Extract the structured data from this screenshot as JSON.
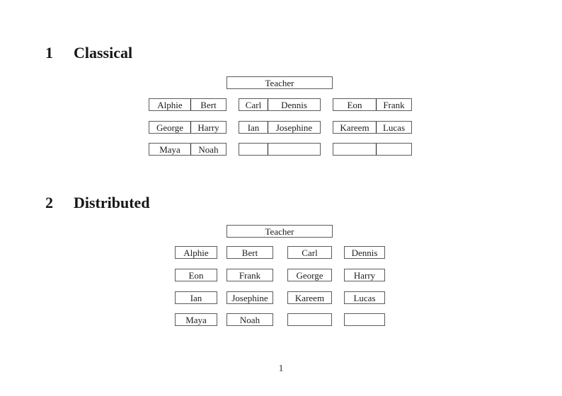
{
  "colors": {
    "background": "#ffffff",
    "text": "#1c1c1c",
    "box_border": "#5c5c5c",
    "desk_divider": "#181818"
  },
  "classical": {
    "number": "1",
    "title": "Classical",
    "teacher": "Teacher",
    "rows": [
      [
        [
          "Alphie",
          "Bert"
        ],
        [
          "Carl",
          "Dennis"
        ],
        [
          "Eon",
          "Frank"
        ]
      ],
      [
        [
          "George",
          "Harry"
        ],
        [
          "Ian",
          "Josephine"
        ],
        [
          "Kareem",
          "Lucas"
        ]
      ],
      [
        [
          "Maya",
          "Noah"
        ],
        [
          "",
          ""
        ],
        [
          "",
          ""
        ]
      ]
    ]
  },
  "distributed": {
    "number": "2",
    "title": "Distributed",
    "teacher": "Teacher",
    "rows": [
      [
        "Alphie",
        "Bert",
        "Carl",
        "Dennis"
      ],
      [
        "Eon",
        "Frank",
        "George",
        "Harry"
      ],
      [
        "Ian",
        "Josephine",
        "Kareem",
        "Lucas"
      ],
      [
        "Maya",
        "Noah",
        "",
        ""
      ]
    ]
  },
  "footer": {
    "page_number": "1"
  }
}
